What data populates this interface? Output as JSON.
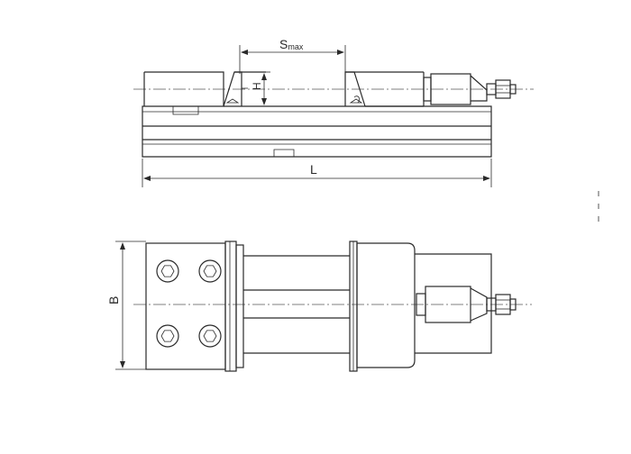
{
  "dimensions": {
    "smax": {
      "main": "S",
      "sub": "max"
    },
    "height": "H",
    "length": "L",
    "width": "B"
  },
  "colors": {
    "line": "#2a2a2a",
    "background": "#ffffff"
  }
}
